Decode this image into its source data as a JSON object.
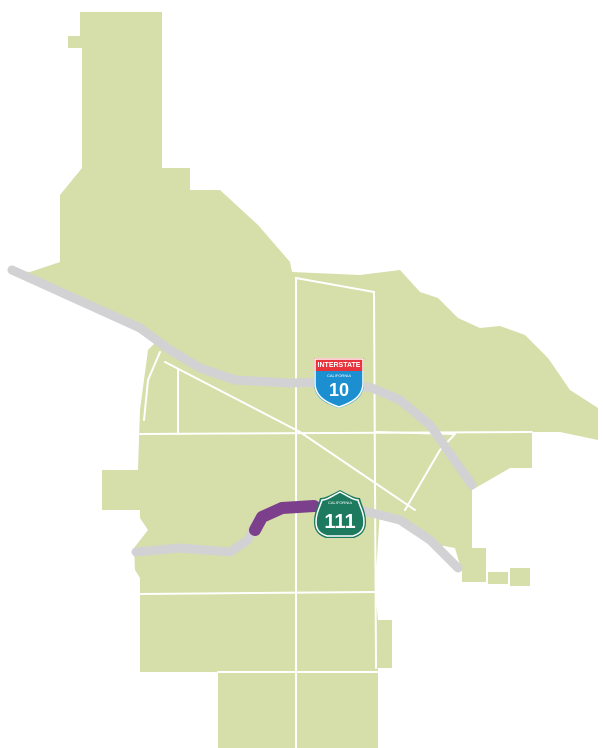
{
  "map": {
    "colors": {
      "land": "#d6dea9",
      "street": "#ffffff",
      "highway": "#d2d2d4",
      "highlight": "#7b3f8c",
      "interstate_blue": "#1b8fcf",
      "interstate_red": "#e8323c",
      "state_route_green": "#1d7a5e"
    },
    "shields": {
      "interstate": {
        "icon": "interstate-shield-icon",
        "banner": "INTERSTATE",
        "state": "CALIFORNIA",
        "number": "10"
      },
      "state_route": {
        "icon": "california-state-route-shield-icon",
        "state": "CALIFORNIA",
        "number": "111"
      }
    }
  }
}
